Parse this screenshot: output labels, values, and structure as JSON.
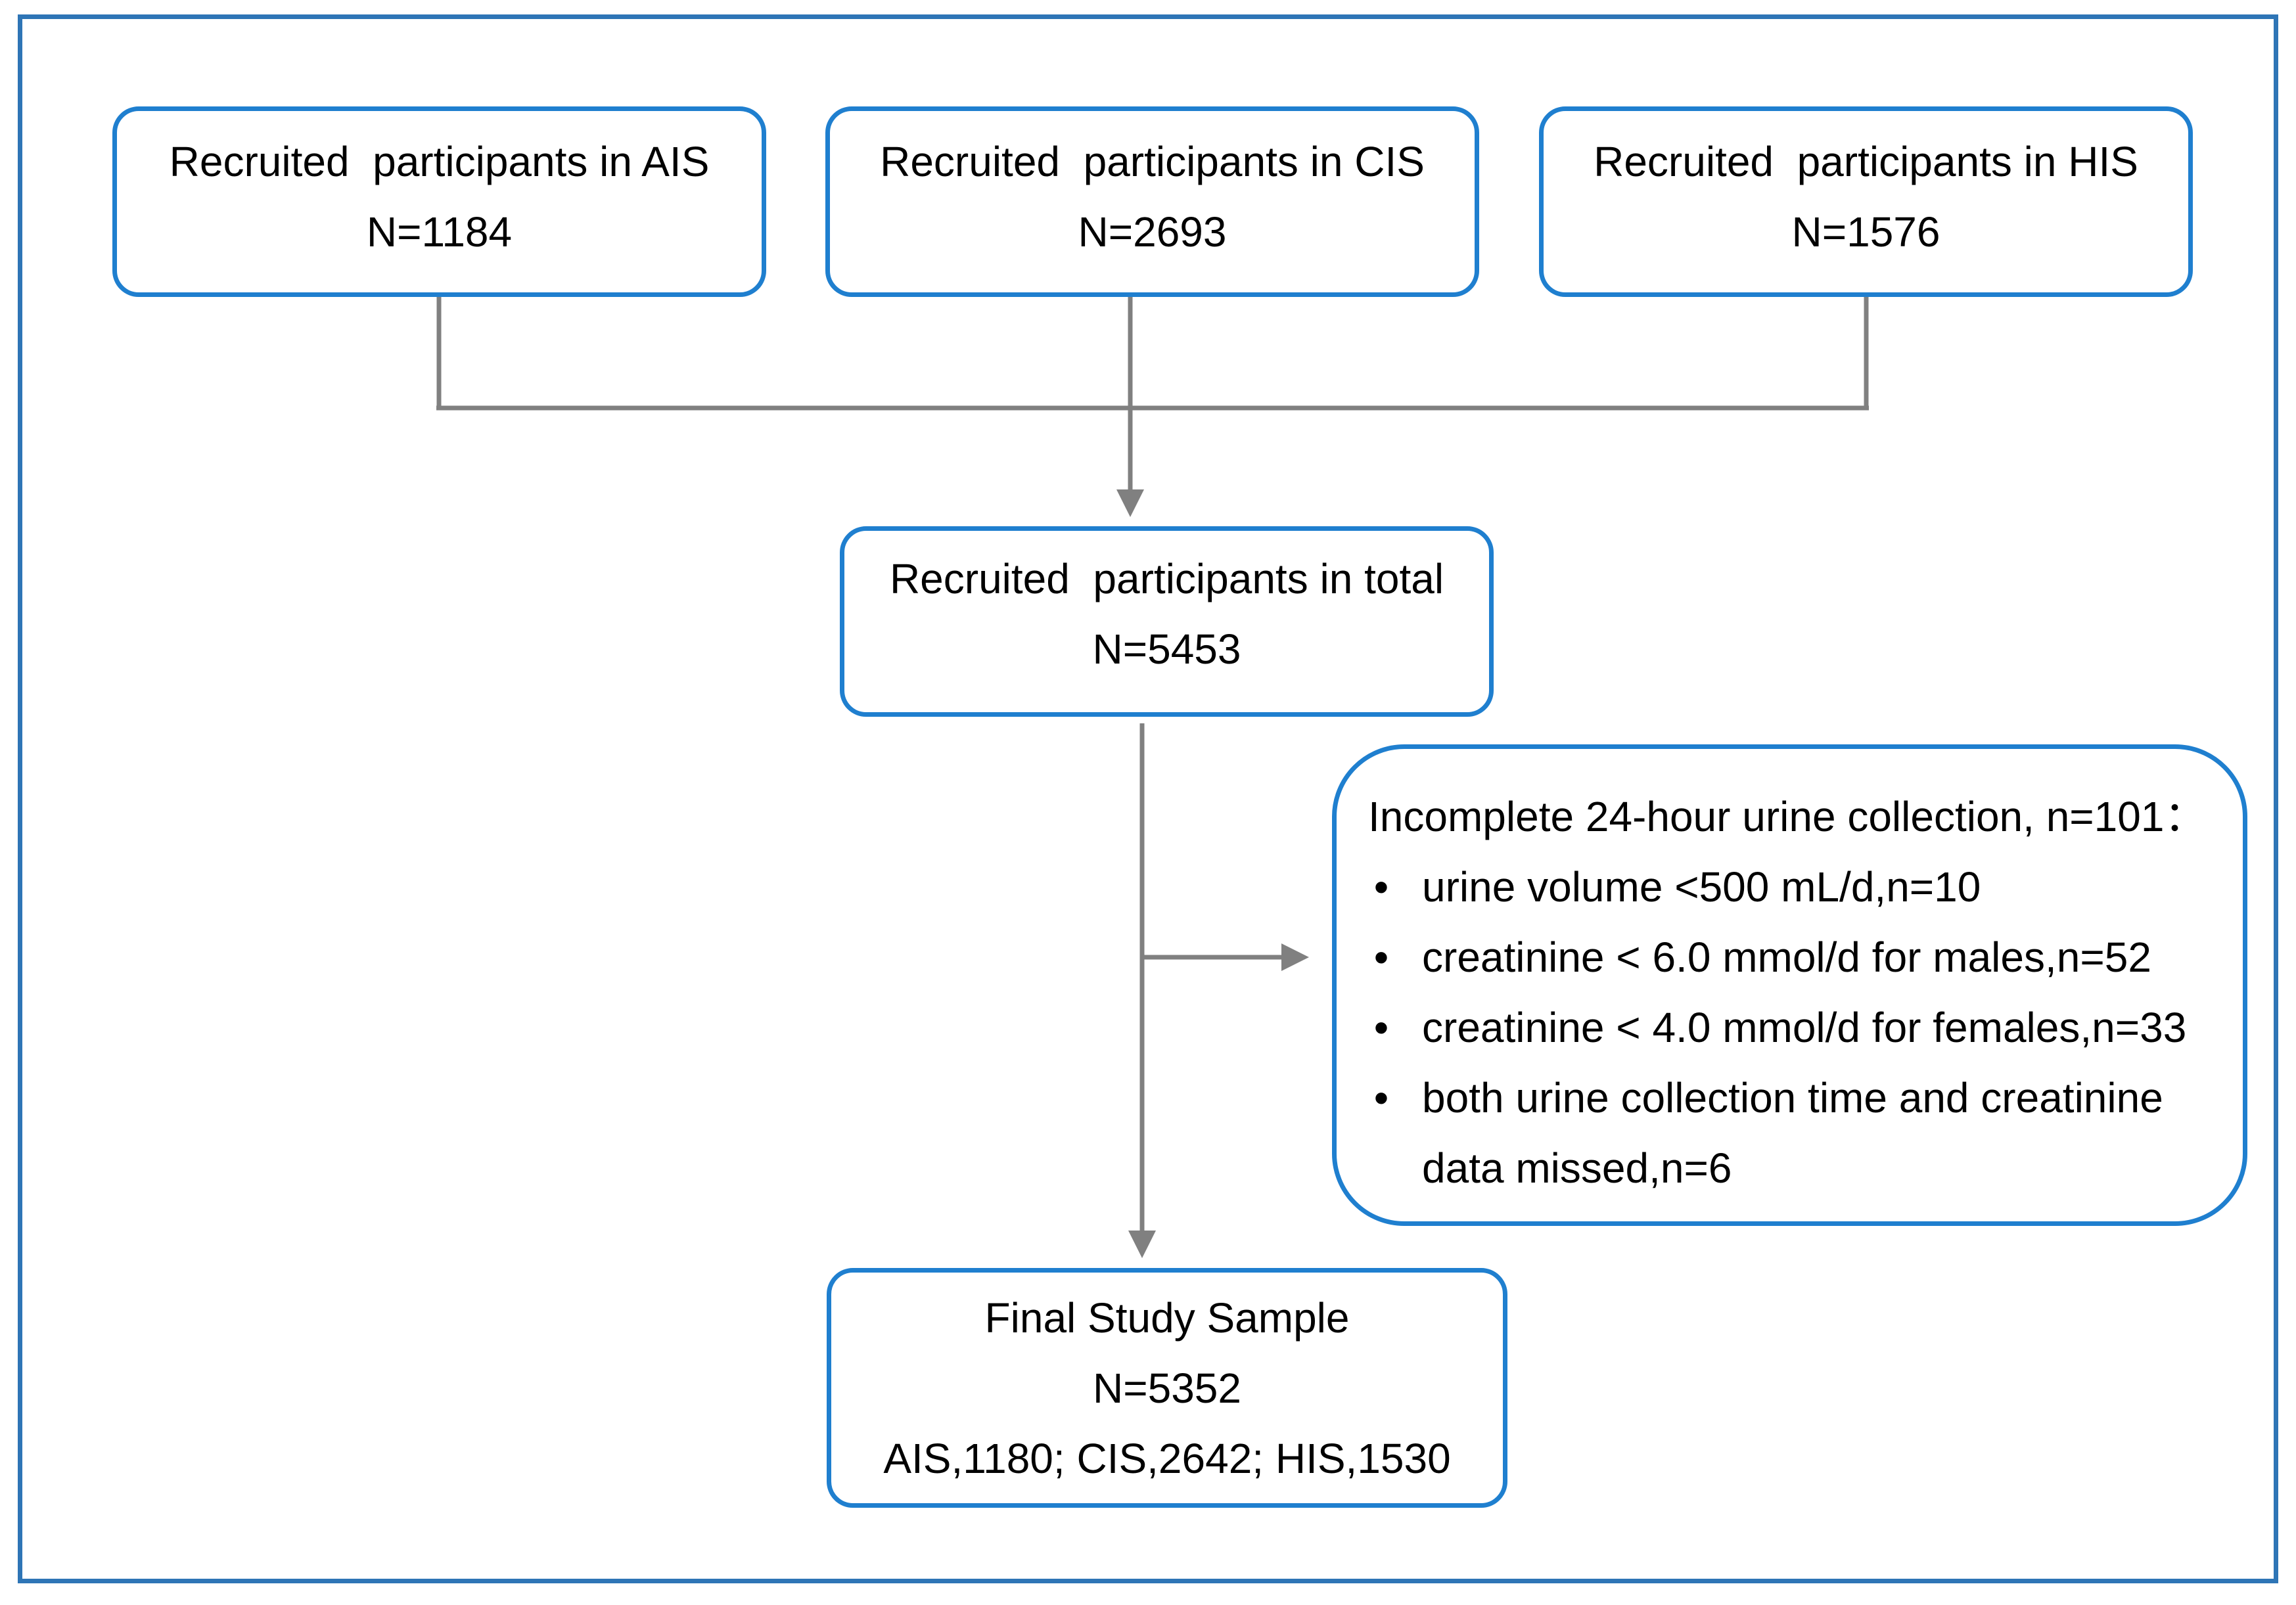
{
  "colors": {
    "frame_border": "#2e75b6",
    "box_border": "#1f7fcf",
    "connector": "#808080"
  },
  "boxes": {
    "ais": {
      "title": "Recruited  participants in AIS",
      "count": "N=1184"
    },
    "cis": {
      "title": "Recruited  participants in CIS",
      "count": "N=2693"
    },
    "his": {
      "title": "Recruited  participants in HIS",
      "count": "N=1576"
    },
    "total": {
      "title": "Recruited  participants in total",
      "count": "N=5453"
    },
    "exclusion": {
      "title": "Incomplete 24-hour urine collection, n=101：",
      "bullet_symbol": "•",
      "items": [
        "urine volume <500 mL/d,n=10",
        "creatinine < 6.0 mmol/d for males,n=52",
        "creatinine < 4.0 mmol/d for females,n=33",
        "both urine collection time and creatinine",
        "data missed,n=6"
      ]
    },
    "final": {
      "title": "Final Study Sample",
      "count": "N=5352",
      "breakdown": "AIS,1180; CIS,2642; HIS,1530"
    }
  }
}
